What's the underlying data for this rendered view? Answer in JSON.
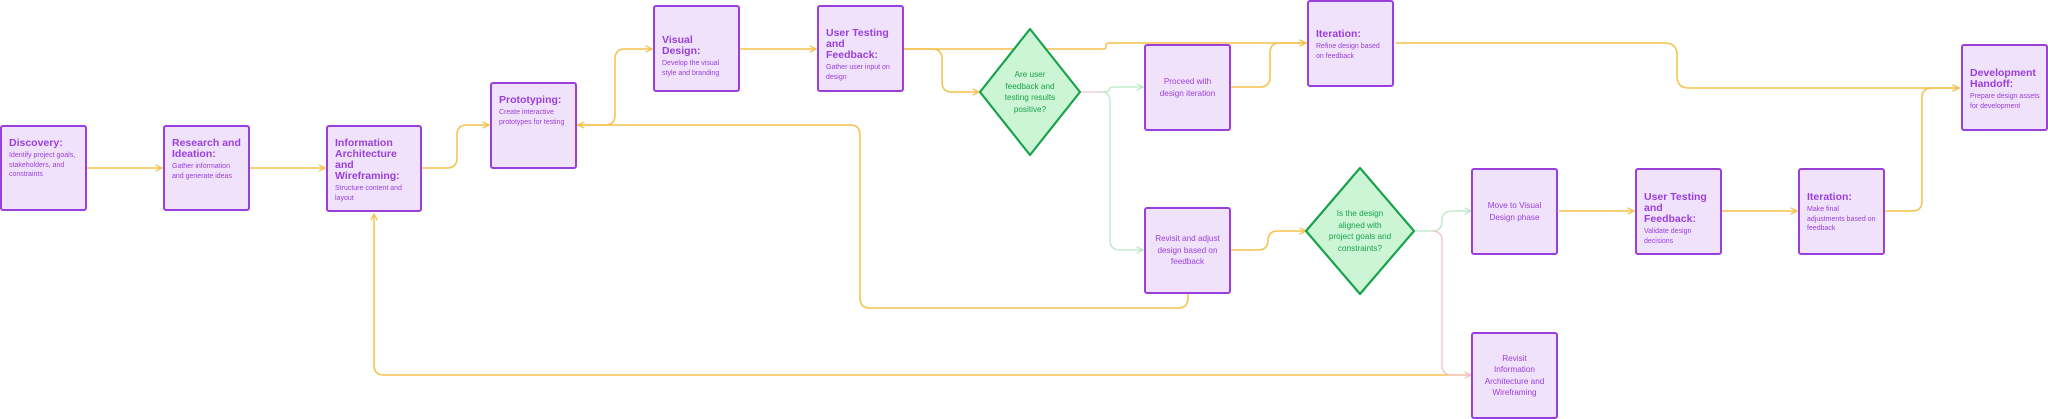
{
  "colors": {
    "node_fill": "#f0e2fb",
    "node_border": "#9a3fdc",
    "decision_fill": "#ccf5d6",
    "decision_border": "#17a34a",
    "connector": "#f5c14b",
    "connector_faint_green": "#b9e8c7",
    "connector_faint_red": "#f3c1c1"
  },
  "nodes": {
    "discovery": {
      "title": "Discovery:",
      "desc": "Identify project goals, stakeholders, and constraints"
    },
    "research": {
      "title": "Research and Ideation:",
      "desc": "Gather information and generate ideas"
    },
    "info_arch": {
      "title": "Information Architecture and Wireframing:",
      "desc": "Structure content and layout"
    },
    "prototyping": {
      "title": "Prototyping:",
      "desc": "Create interactive prototypes for testing"
    },
    "visual_design": {
      "title": "Visual Design:",
      "desc": "Develop the visual style and branding"
    },
    "user_testing_1": {
      "title": "User Testing and Feedback:",
      "desc": "Gather user input on design"
    },
    "decision_1": {
      "text": "Are user feedback and testing results positive?"
    },
    "proceed": {
      "text": "Proceed with design iteration"
    },
    "revisit_adjust": {
      "text": "Revisit and adjust design based on feedback"
    },
    "iteration_1": {
      "title": "Iteration:",
      "desc": "Refine design based on feedback"
    },
    "decision_2": {
      "text": "Is the design aligned with project goals and constraints?"
    },
    "move_visual": {
      "text": "Move to Visual Design phase"
    },
    "revisit_ia": {
      "text": "Revisit Information Architecture and Wireframing"
    },
    "user_testing_2": {
      "title": "User Testing and Feedback:",
      "desc": "Validate design decisions"
    },
    "iteration_2": {
      "title": "Iteration:",
      "desc": "Make final adjustments based on feedback"
    },
    "handoff": {
      "title": "Development Handoff:",
      "desc": "Prepare design assets for development"
    }
  }
}
